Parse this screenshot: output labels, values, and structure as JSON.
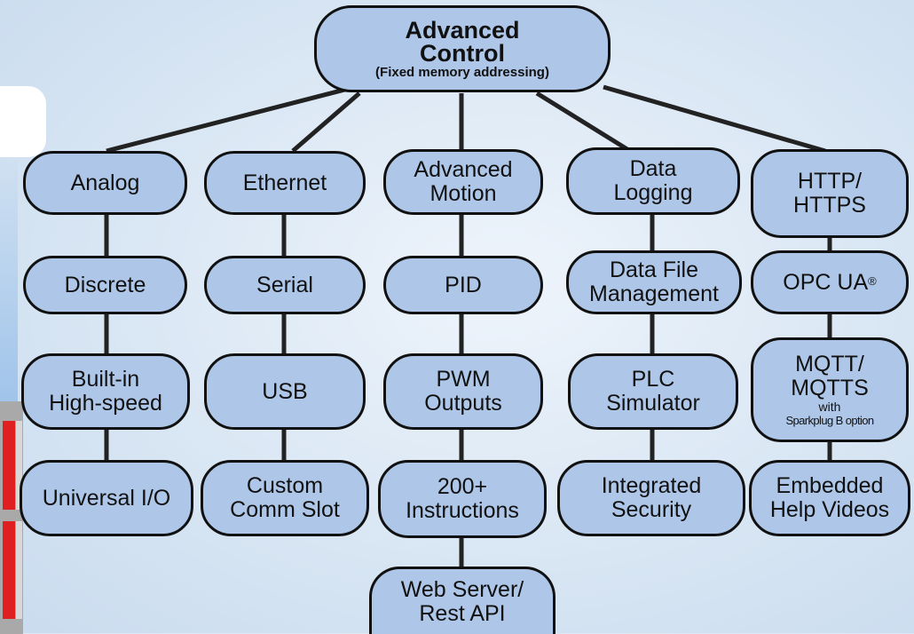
{
  "root": {
    "title_line1": "Advanced",
    "title_line2": "Control",
    "subtitle": "(Fixed memory addressing)"
  },
  "columns": [
    {
      "items": [
        {
          "lines": [
            "Analog"
          ]
        },
        {
          "lines": [
            "Discrete"
          ]
        },
        {
          "lines": [
            "Built-in",
            "High-speed"
          ]
        },
        {
          "lines": [
            "Universal I/O"
          ]
        }
      ]
    },
    {
      "items": [
        {
          "lines": [
            "Ethernet"
          ]
        },
        {
          "lines": [
            "Serial"
          ]
        },
        {
          "lines": [
            "USB"
          ]
        },
        {
          "lines": [
            "Custom",
            "Comm Slot"
          ]
        }
      ]
    },
    {
      "items": [
        {
          "lines": [
            "Advanced",
            "Motion"
          ]
        },
        {
          "lines": [
            "PID"
          ]
        },
        {
          "lines": [
            "PWM",
            "Outputs"
          ]
        },
        {
          "lines": [
            "200+",
            "Instructions"
          ]
        },
        {
          "lines": [
            "Web Server/",
            "Rest API"
          ]
        }
      ]
    },
    {
      "items": [
        {
          "lines": [
            "Data",
            "Logging"
          ]
        },
        {
          "lines": [
            "Data File",
            "Management"
          ]
        },
        {
          "lines": [
            "PLC",
            "Simulator"
          ]
        },
        {
          "lines": [
            "Integrated",
            "Security"
          ]
        }
      ]
    },
    {
      "items": [
        {
          "lines": [
            "HTTP/",
            "HTTPS"
          ]
        },
        {
          "lines": [
            "OPC UA"
          ],
          "sup": "®"
        },
        {
          "lines": [
            "MQTT/",
            "MQTTS"
          ],
          "small": "with",
          "tiny": "Sparkplug B option"
        },
        {
          "lines": [
            "Embedded",
            "Help Videos"
          ]
        }
      ]
    }
  ],
  "colors": {
    "node_fill": "#aec7e8",
    "node_border": "#111111",
    "background": "#dde9f5",
    "connector": "#222222"
  }
}
